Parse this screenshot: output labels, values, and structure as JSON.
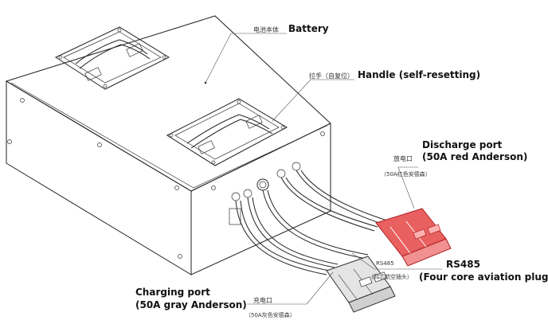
{
  "labels": {
    "battery": {
      "cn": "电池本体",
      "en": "Battery"
    },
    "handle": {
      "cn": "拉手（自复位）",
      "en": "Handle (self-resetting)"
    },
    "discharge": {
      "en_line1": "Discharge port",
      "en_line2": "(50A red Anderson)",
      "cn_line1": "放电口",
      "cn_line2": "（50A红色安德森）"
    },
    "rs485": {
      "en_line1": "RS485",
      "en_line2": "(Four core aviation plug)",
      "cn_line1": "RS485",
      "cn_line2": "（四芯航空插头）"
    },
    "charging": {
      "en_line1": "Charging port",
      "en_line2": "(50A gray Anderson)",
      "cn_line1": "充电口",
      "cn_line2": "（50A灰色安德森）"
    }
  },
  "colors": {
    "red_connector": "#e05050",
    "gray_connector": "#c8c8c8",
    "outline": "#222222"
  }
}
